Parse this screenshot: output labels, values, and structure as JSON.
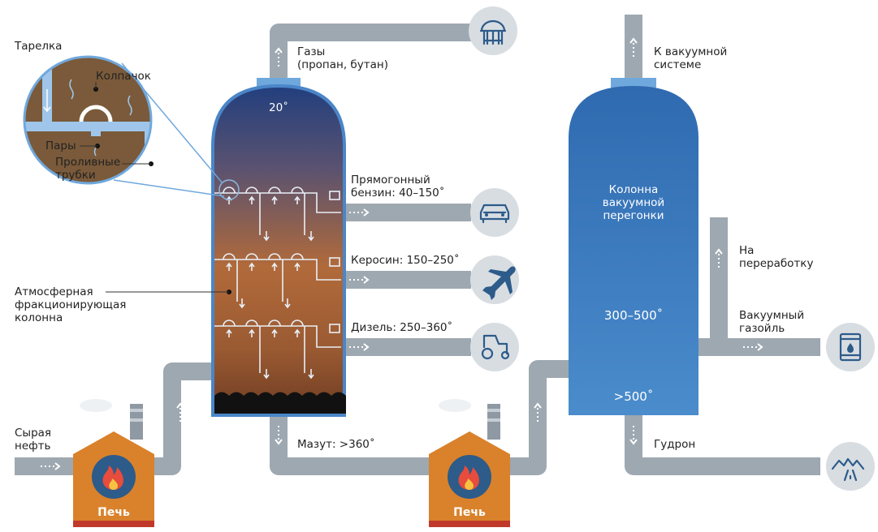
{
  "labels": {
    "tray": "Тарелка",
    "cap": "Колпачок",
    "vapors": "Пары",
    "downcomer_1": "Проливные",
    "downcomer_2": "трубки",
    "column_1": "Атмосферная",
    "column_2": "фракционирующая",
    "column_3": "колонна",
    "crude_1": "Сырая",
    "crude_2": "нефть",
    "furnace_1": "Печь",
    "furnace_2": "Печь",
    "gases_1": "Газы",
    "gases_2": "(пропан, бутан)",
    "top_temp": "20˚",
    "gasoline_1": "Прямогонный",
    "gasoline_2": "бензин: 40–150˚",
    "kerosene": "Керосин: 150–250˚",
    "diesel": "Дизель: 250–360˚",
    "fuel_oil": "Мазут: >360˚",
    "vacuum_system_1": "К вакуумной",
    "vacuum_system_2": "системе",
    "vac_column_1": "Колонна",
    "vac_column_2": "вакуумной",
    "vac_column_3": "перегонки",
    "vac_temp": "300–500˚",
    "vac_bottom_temp": ">500˚",
    "processing_1": "На",
    "processing_2": "переработку",
    "vgo_1": "Вакуумный",
    "vgo_2": "газойль",
    "tar": "Гудрон"
  },
  "icons": [
    "gas-tank-icon",
    "car-icon",
    "airplane-icon",
    "tractor-icon",
    "barrel-icon",
    "road-icon",
    "flame-icon"
  ],
  "colors": {
    "pipe": "#9ea8b1",
    "column_top": "#2a4a86",
    "column_bottom": "#c06a2a",
    "vacuum_column": "#3d7cc0",
    "furnace": "#d9822b",
    "icon": "#2d5b8a"
  }
}
